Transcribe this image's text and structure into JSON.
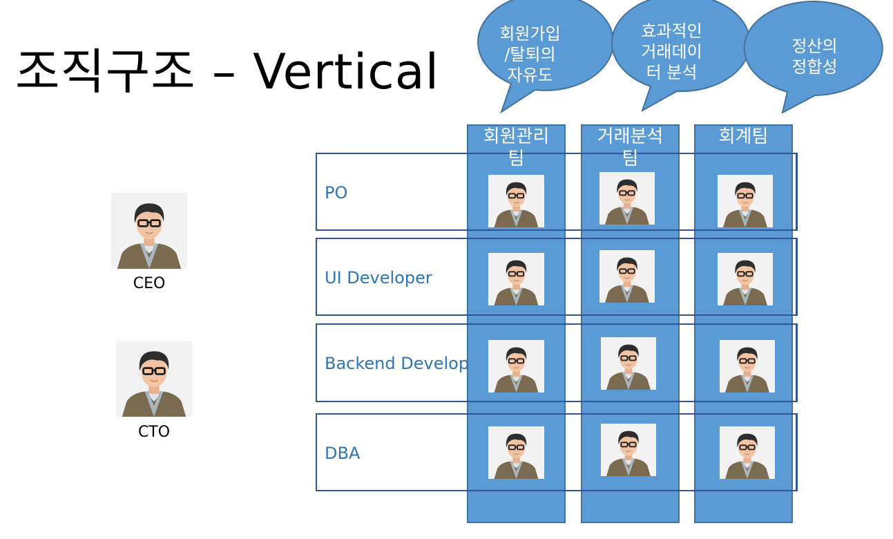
{
  "title": "조직구조 – Vertical",
  "bubbles": [
    {
      "lines": [
        "회원가입",
        "/탈퇴의",
        "자유도"
      ]
    },
    {
      "lines": [
        "효과적인",
        "거래데이",
        "터 분석"
      ]
    },
    {
      "lines": [
        "정산의",
        "정합성"
      ]
    }
  ],
  "teams": [
    {
      "lines": [
        "회원관리",
        "팀"
      ]
    },
    {
      "lines": [
        "거래분석",
        "팀"
      ]
    },
    {
      "lines": [
        "회계팀"
      ]
    }
  ],
  "roles": [
    "PO",
    "UI Developer",
    "Backend Developer",
    "DBA"
  ],
  "executives": [
    {
      "label": "CEO"
    },
    {
      "label": "CTO"
    }
  ],
  "colors": {
    "column_fill": "#5B9BD5",
    "row_border": "#2F5597",
    "role_text": "#2E75B6"
  },
  "icons": {
    "person": "person-avatar-icon"
  }
}
